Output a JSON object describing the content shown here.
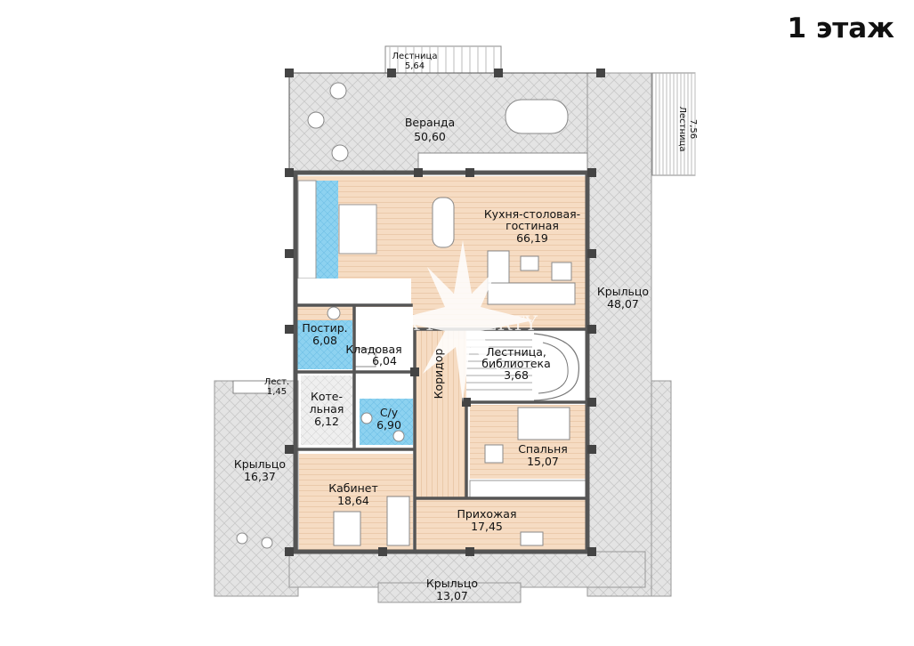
{
  "floor_title": "1 этаж",
  "watermark": "FIX-PROPERTY",
  "colors": {
    "outdoor": "#e4e4e4",
    "wood": "#f6dcc3",
    "tile": "#8dd2f0",
    "white": "#ffffff",
    "wall": "#555555"
  },
  "rooms": {
    "veranda": {
      "name": "Веранда",
      "area": "50,60"
    },
    "kitchen": {
      "name1": "Кухня-столовая-",
      "name2": "гостиная",
      "area": "66,19"
    },
    "porch_east": {
      "name": "Крыльцо",
      "area": "48,07"
    },
    "laundry": {
      "name": "Постир.",
      "area": "6,08"
    },
    "storage": {
      "name": "Кладовая",
      "area": "6,04"
    },
    "stair_hall": {
      "name1": "Лестница,",
      "name2": "библиотека",
      "area": "3,68"
    },
    "boiler": {
      "name1": "Коте-",
      "name2": "льная",
      "area": "6,12"
    },
    "bathroom": {
      "name": "С/у",
      "area": "6,90"
    },
    "corridor": {
      "name": "Коридор"
    },
    "bedroom": {
      "name": "Спальня",
      "area": "15,07"
    },
    "porch_west": {
      "name": "Крыльцо",
      "area": "16,37"
    },
    "study": {
      "name": "Кабинет",
      "area": "18,64"
    },
    "hallway": {
      "name": "Прихожая",
      "area": "17,45"
    },
    "porch_south": {
      "name": "Крыльцо",
      "area": "13,07"
    }
  },
  "stairs": {
    "north": {
      "name": "Лестница",
      "area": "5,64"
    },
    "east": {
      "name": "Лестница",
      "area": "7,56"
    },
    "west": {
      "name": "Лест.",
      "area": "1,45"
    }
  }
}
